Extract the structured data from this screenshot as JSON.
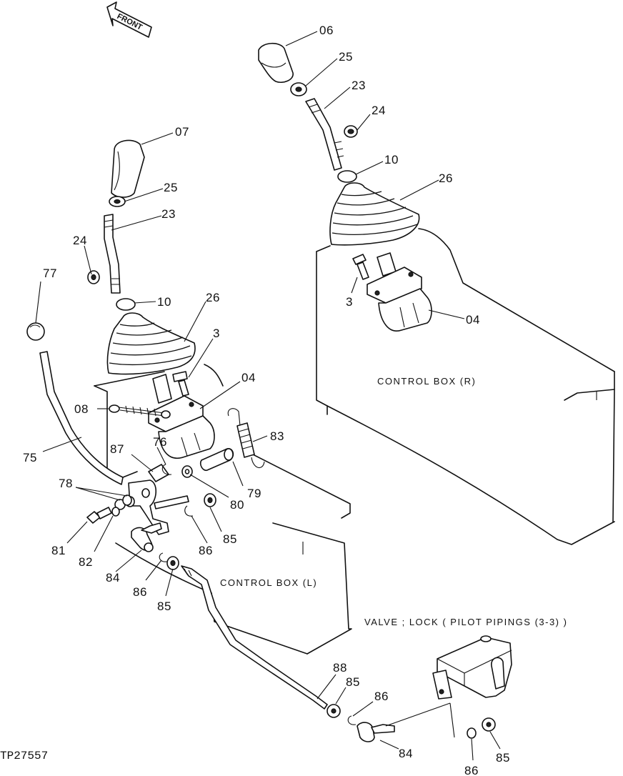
{
  "orientation_label": "FRONT",
  "reference": "TP27557",
  "boxes": {
    "right": "CONTROL BOX (R)",
    "left": "CONTROL BOX (L)"
  },
  "note": "VALVE ; LOCK ( PILOT PIPINGS (3-3) )",
  "callouts": {
    "c06": "06",
    "c25r": "25",
    "c23r": "23",
    "c24r": "24",
    "c10r": "10",
    "c26r": "26",
    "c3r": "3",
    "c04r": "04",
    "c07": "07",
    "c25l": "25",
    "c23l": "23",
    "c24l": "24",
    "c10l": "10",
    "c26l": "26",
    "c3l": "3",
    "c77": "77",
    "c04l": "04",
    "c08": "08",
    "c83": "83",
    "c75": "75",
    "c87": "87",
    "c76": "76",
    "c79": "79",
    "c78": "78",
    "c80": "80",
    "c81": "81",
    "c82": "82",
    "c86a": "86",
    "c85a": "85",
    "c84a": "84",
    "c86b": "86",
    "c85b": "85",
    "c88": "88",
    "c85c": "85",
    "c86c": "86",
    "c84b": "84",
    "c86d": "86",
    "c85d": "85"
  }
}
